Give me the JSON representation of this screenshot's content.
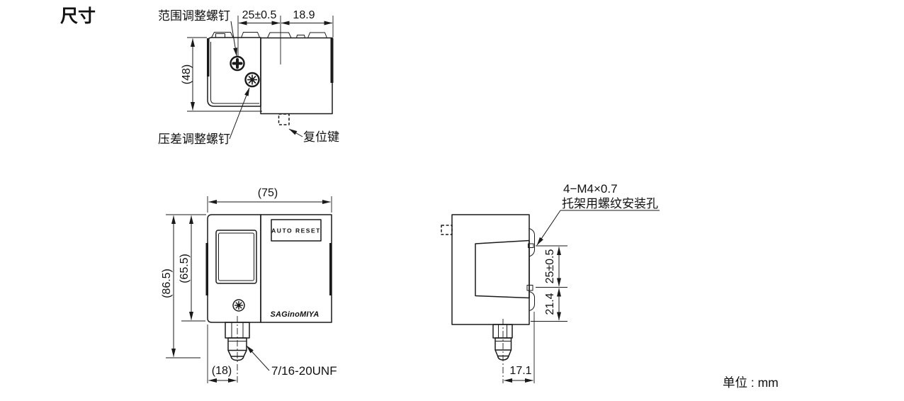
{
  "page": {
    "title": "尺寸",
    "unit_note": "单位 : mm"
  },
  "top_view": {
    "labels": {
      "range_screw": "范围调整螺钉",
      "diff_screw": "压差调整螺钉",
      "reset_key": "复位键"
    },
    "dims": {
      "width_left": "25±0.5",
      "width_right": "18.9",
      "height": "(48)"
    }
  },
  "front_view": {
    "plate_text": "AUTO RESET",
    "logo_text": "SAGinoMIYA",
    "dims": {
      "width": "(75)",
      "height_outer": "(86.5)",
      "height_inner": "(65.5)",
      "port_offset": "(18)"
    },
    "labels": {
      "thread": "7/16-20UNF"
    }
  },
  "side_view": {
    "labels": {
      "mount_line1": "4−M4×0.7",
      "mount_line2": "托架用螺纹安装孔"
    },
    "dims": {
      "hole_pitch": "25±0.5",
      "hole_to_base": "21.4",
      "port_offset": "17.1"
    }
  }
}
